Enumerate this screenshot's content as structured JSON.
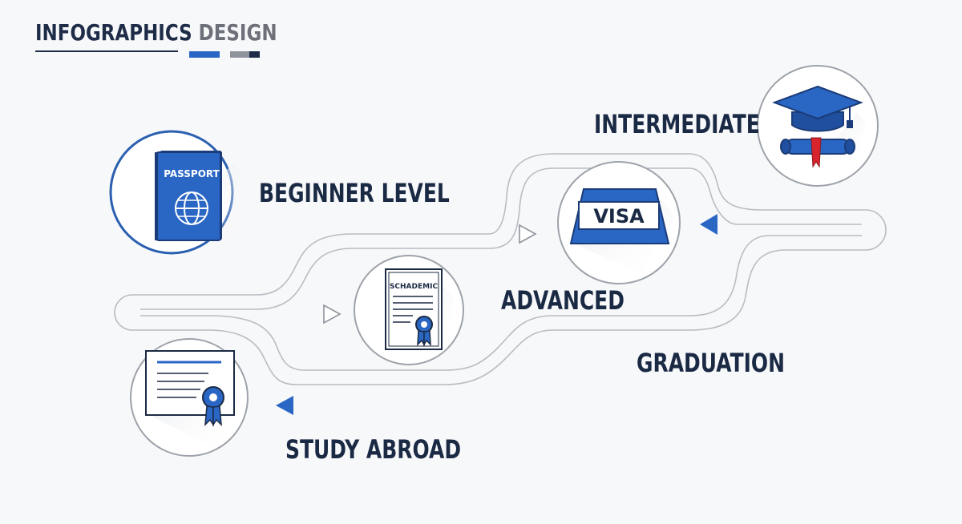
{
  "header": {
    "title_part1": "INFOGRAPHICS",
    "title_part2": "DESIGN"
  },
  "steps": {
    "beginner": "BEGINNER LEVEL",
    "intermediate": "INTERMEDIATE",
    "advanced": "ADVANCED",
    "graduation": "GRADUATION",
    "study_abroad": "STUDY ABROAD"
  },
  "icons": {
    "passport_text": "PASSPORT",
    "visa_text": "VISA",
    "diploma_text": "SCHADEMIC"
  },
  "colors": {
    "navy": "#1e2c48",
    "blue": "#2a5fb0",
    "gray": "#6d7079",
    "accent_red": "#d8242c"
  }
}
